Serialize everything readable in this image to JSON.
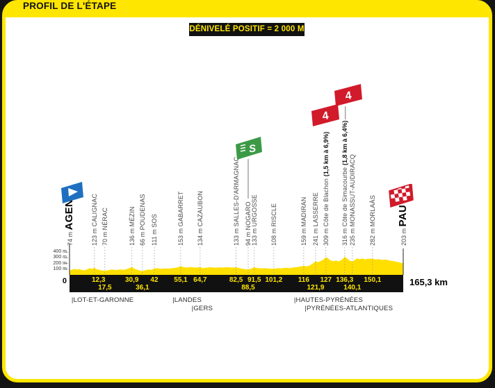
{
  "header": {
    "title": "PROFIL DE L'ÉTAPE"
  },
  "banner": {
    "text": "DÉNIVELÉ POSITIF = 2 000 M"
  },
  "axis": {
    "start_label": "0",
    "end_label": "165,3 km",
    "elevation_ticks": [
      "400 m",
      "300 m",
      "200 m",
      "100 m"
    ],
    "elevation_tick_values": [
      400,
      300,
      200,
      100
    ]
  },
  "departments": [
    {
      "label": "|LOT-ET-GARONNE",
      "km": 1.0,
      "row": 1
    },
    {
      "label": "|LANDES",
      "km": 51.0,
      "row": 1
    },
    {
      "label": "|GERS",
      "km": 60.5,
      "row": 2
    },
    {
      "label": "|HAUTES-PYRÉNÉES",
      "km": 111.2,
      "row": 1
    },
    {
      "label": "|PYRÉNÉES-ATLANTIQUES",
      "km": 116.5,
      "row": 2
    }
  ],
  "colors": {
    "yellow": "#ffe600",
    "profile_yellow": "#ffdf00",
    "black": "#111111",
    "start_blue": "#1f6fc0",
    "finish_red": "#d11a2a",
    "cat4_red": "#d11a2a",
    "sprint_green": "#3c9a47",
    "label_gray": "#4a4a4a"
  },
  "icons": {
    "start": "start-flag-icon",
    "finish": "finish-checkered-flag-icon",
    "sprint": "sprint-flag-icon",
    "cat4": "category4-climb-flag-icon"
  },
  "chart_data": {
    "type": "area",
    "title": "Profil de l'étape Agen → Pau",
    "x_unit": "km",
    "y_unit": "m",
    "xlim": [
      0,
      165.3
    ],
    "ylim": [
      0,
      450
    ],
    "total_distance_km": 165.3,
    "total_climb_label": "DÉNIVELÉ POSITIF = 2 000 M",
    "waypoints": [
      {
        "km": 0,
        "elev": 74,
        "name": "AGEN",
        "type": "start",
        "km_label": null,
        "tick_row": 1
      },
      {
        "km": 12.3,
        "elev": 123,
        "name": "CALIGNAC",
        "type": "town",
        "km_label": "12,3",
        "tick_row": 1
      },
      {
        "km": 17.5,
        "elev": 70,
        "name": "NÉRAC",
        "type": "town",
        "km_label": "17,5",
        "tick_row": 2
      },
      {
        "km": 30.9,
        "elev": 136,
        "name": "MÉZIN",
        "type": "town",
        "km_label": "30,9",
        "tick_row": 1
      },
      {
        "km": 36.1,
        "elev": 66,
        "name": "POUDENAS",
        "type": "town",
        "km_label": "36,1",
        "tick_row": 2
      },
      {
        "km": 42,
        "elev": 111,
        "name": "SOS",
        "type": "town",
        "km_label": "42",
        "tick_row": 1
      },
      {
        "km": 55.1,
        "elev": 153,
        "name": "GABARRET",
        "type": "town",
        "km_label": "55,1",
        "tick_row": 1
      },
      {
        "km": 64.7,
        "elev": 134,
        "name": "CAZAUBON",
        "type": "town",
        "km_label": "64,7",
        "tick_row": 1
      },
      {
        "km": 82.5,
        "elev": 133,
        "name": "SALLES-D'ARMAGNAC",
        "type": "town",
        "km_label": "82,5",
        "tick_row": 1
      },
      {
        "km": 88.5,
        "elev": 94,
        "name": "NOGARO",
        "type": "sprint",
        "km_label": "88,5",
        "tick_row": 2
      },
      {
        "km": 91.5,
        "elev": 133,
        "name": "URGOSSE",
        "type": "town",
        "km_label": "91,5",
        "tick_row": 1
      },
      {
        "km": 101.2,
        "elev": 108,
        "name": "RISCLE",
        "type": "town",
        "km_label": "101,2",
        "tick_row": 1
      },
      {
        "km": 116,
        "elev": 159,
        "name": "MADIRAN",
        "type": "town",
        "km_label": "116",
        "tick_row": 1
      },
      {
        "km": 121.9,
        "elev": 241,
        "name": "LASSERRE",
        "type": "town",
        "km_label": "121,9",
        "tick_row": 2
      },
      {
        "km": 127,
        "elev": 309,
        "name": "Côte de Blachon",
        "detail": "(1,5 km à 6,9%)",
        "type": "cat4",
        "km_label": "127",
        "tick_row": 1
      },
      {
        "km": 136.3,
        "elev": 316,
        "name": "Côte de Simacourbe",
        "detail": "(1,8 km à 6,4%)",
        "type": "cat4",
        "km_label": "136,3",
        "tick_row": 1
      },
      {
        "km": 140.1,
        "elev": 235,
        "name": "MONASSUT-AUDIRACQ",
        "type": "town",
        "km_label": "140,1",
        "tick_row": 2
      },
      {
        "km": 150.1,
        "elev": 282,
        "name": "MORLAÀS",
        "type": "town",
        "km_label": "150,1",
        "tick_row": 1
      },
      {
        "km": 165.3,
        "elev": 203,
        "name": "PAU",
        "type": "finish",
        "km_label": null,
        "tick_row": 1
      }
    ],
    "profile_points": [
      [
        0,
        74
      ],
      [
        1,
        90
      ],
      [
        2.5,
        105
      ],
      [
        3.5,
        95
      ],
      [
        5,
        100
      ],
      [
        6.5,
        80
      ],
      [
        8,
        85
      ],
      [
        10,
        118
      ],
      [
        11,
        104
      ],
      [
        12.3,
        123
      ],
      [
        13.5,
        100
      ],
      [
        15,
        85
      ],
      [
        17.5,
        70
      ],
      [
        19,
        80
      ],
      [
        21,
        95
      ],
      [
        23,
        85
      ],
      [
        25,
        95
      ],
      [
        27,
        88
      ],
      [
        29,
        110
      ],
      [
        30.9,
        136
      ],
      [
        32,
        110
      ],
      [
        34,
        85
      ],
      [
        36.1,
        66
      ],
      [
        37.5,
        80
      ],
      [
        39,
        95
      ],
      [
        40.5,
        88
      ],
      [
        42,
        111
      ],
      [
        43.5,
        118
      ],
      [
        45,
        105
      ],
      [
        47,
        115
      ],
      [
        49,
        108
      ],
      [
        51,
        118
      ],
      [
        53,
        125
      ],
      [
        55.1,
        153
      ],
      [
        56.5,
        135
      ],
      [
        58,
        128
      ],
      [
        60,
        138
      ],
      [
        62,
        128
      ],
      [
        64.7,
        134
      ],
      [
        66,
        120
      ],
      [
        68,
        128
      ],
      [
        70,
        135
      ],
      [
        72,
        125
      ],
      [
        74,
        132
      ],
      [
        76,
        128
      ],
      [
        78,
        135
      ],
      [
        80,
        128
      ],
      [
        82.5,
        133
      ],
      [
        84,
        120
      ],
      [
        86,
        105
      ],
      [
        88.5,
        94
      ],
      [
        90,
        110
      ],
      [
        91.5,
        133
      ],
      [
        93,
        120
      ],
      [
        95,
        112
      ],
      [
        97,
        118
      ],
      [
        99,
        108
      ],
      [
        101.2,
        108
      ],
      [
        103,
        118
      ],
      [
        105,
        112
      ],
      [
        107,
        125
      ],
      [
        109,
        118
      ],
      [
        111,
        130
      ],
      [
        113,
        138
      ],
      [
        116,
        159
      ],
      [
        117.5,
        150
      ],
      [
        119,
        165
      ],
      [
        120.5,
        200
      ],
      [
        121.9,
        241
      ],
      [
        122.8,
        225
      ],
      [
        124,
        235
      ],
      [
        125.5,
        262
      ],
      [
        127,
        309
      ],
      [
        128,
        295
      ],
      [
        129,
        260
      ],
      [
        130.5,
        240
      ],
      [
        132,
        250
      ],
      [
        133.5,
        238
      ],
      [
        135,
        268
      ],
      [
        136.3,
        316
      ],
      [
        137.3,
        295
      ],
      [
        138.5,
        255
      ],
      [
        140.1,
        235
      ],
      [
        141,
        255
      ],
      [
        142.5,
        290
      ],
      [
        143.5,
        275
      ],
      [
        145,
        288
      ],
      [
        146.5,
        272
      ],
      [
        148,
        285
      ],
      [
        150.1,
        282
      ],
      [
        151.5,
        270
      ],
      [
        153,
        278
      ],
      [
        155,
        262
      ],
      [
        157,
        268
      ],
      [
        159,
        248
      ],
      [
        161,
        238
      ],
      [
        163,
        222
      ],
      [
        165.3,
        203
      ]
    ],
    "legend": null,
    "grid": false
  }
}
